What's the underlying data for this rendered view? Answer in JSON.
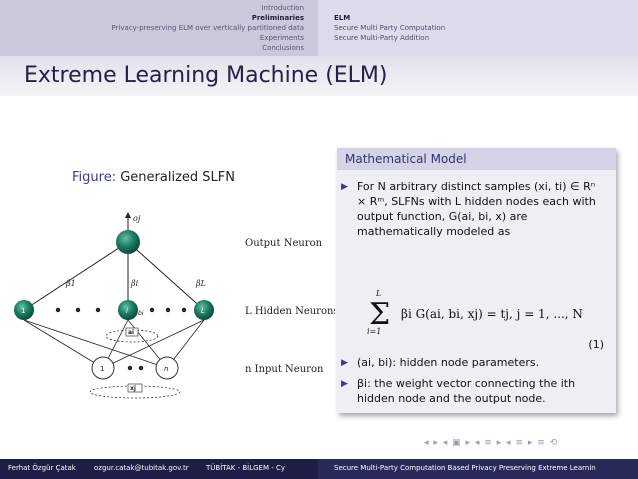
{
  "nav": {
    "sections": [
      {
        "label": "Introduction",
        "active": false
      },
      {
        "label": "Preliminaries",
        "active": true
      },
      {
        "label": "Privacy-preserving ELM over vertically partitioned data",
        "active": false
      },
      {
        "label": "Experiments",
        "active": false
      },
      {
        "label": "Conclusions",
        "active": false
      }
    ],
    "subsections": [
      {
        "label": "ELM",
        "active": true
      },
      {
        "label": "Secure Multi Party Computation",
        "active": false
      },
      {
        "label": "Secure Multi-Party Addition",
        "active": false
      }
    ]
  },
  "slide": {
    "title": "Extreme Learning Machine (ELM)",
    "figure_label": "Figure:",
    "figure_caption": "Generalized SLFN",
    "figure": {
      "output_label": "Output Neuron",
      "hidden_label": "L Hidden Neurons",
      "input_label": "n Input Neuron",
      "node_1": "1",
      "node_i": "i",
      "node_L": "L",
      "input_1": "1",
      "input_n": "n",
      "beta_1": "β1",
      "beta_i": "βi",
      "beta_L": "βL",
      "bi": "bi",
      "ai": "ai",
      "oj": "oj",
      "xj": "xj"
    },
    "block": {
      "title": "Mathematical Model",
      "bullet1": "For N arbitrary distinct samples (xi, ti) ∈ Rⁿ × Rᵐ, SLFNs with L hidden nodes each with output function, G(ai, bi, x) are mathematically modeled as",
      "equation": "Σ_{i=1}^{L} βi G(ai, bi, xj) = tj,  j = 1, ..., N",
      "eq_number": "(1)",
      "bullet2": "(ai, bi): hidden node parameters.",
      "bullet3": "βi: the weight vector connecting the ith hidden node and the output node."
    }
  },
  "footer": {
    "author": "Ferhat Özgür Çatak",
    "email": "ozgur.catak@tubitak.gov.tr",
    "institute": "TÜBİTAK - BİLGEM - Cy",
    "talk_title": "Secure Multi-Party Computation Based Privacy Preserving Extreme Learnin"
  },
  "colors": {
    "header_left": "#c9c9dc",
    "header_right": "#dcdcea",
    "title_bar": "#e2e2ee",
    "footer": "#1e1e46",
    "accent": "#3c3c8c",
    "neuron": "#1c7a62"
  }
}
